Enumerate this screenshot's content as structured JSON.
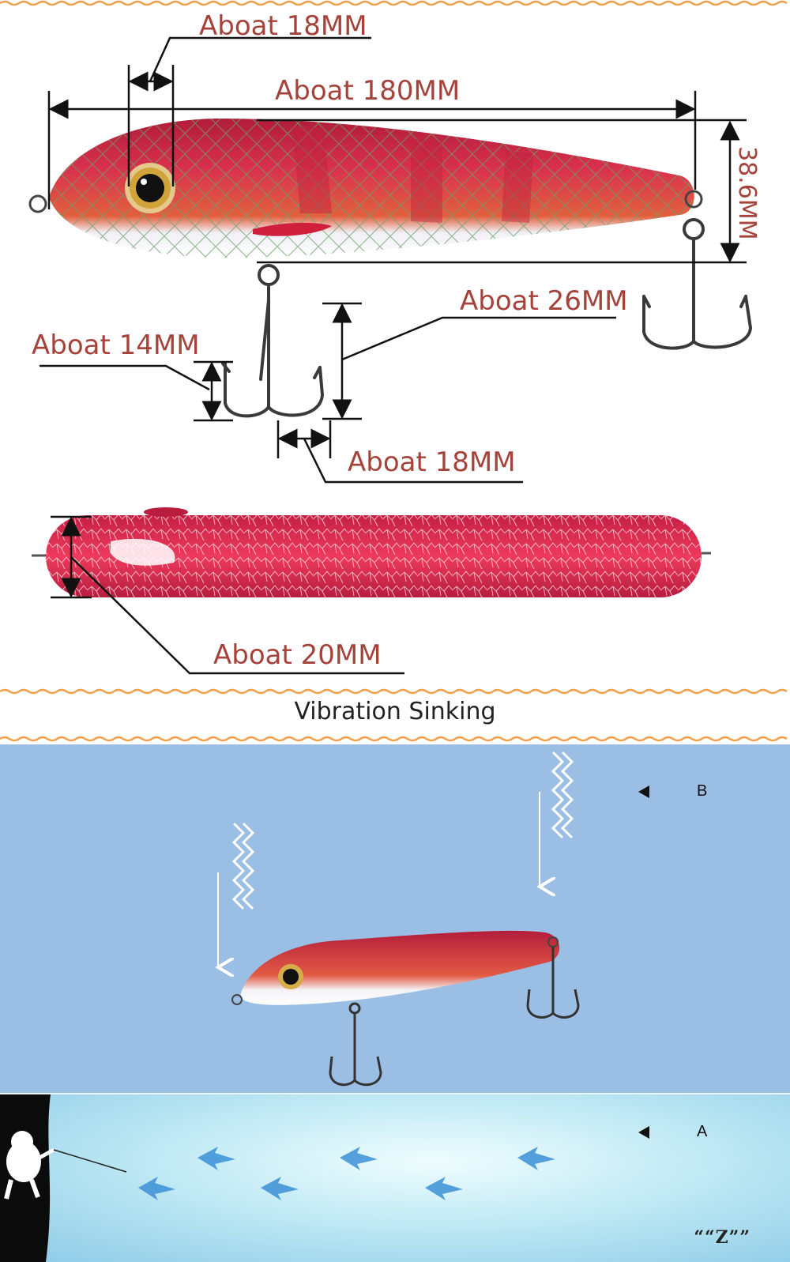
{
  "dimensions": {
    "eye_width": "Aboat 18MM",
    "body_length": "Aboat 180MM",
    "body_height": "38.6MM",
    "hook_length": "Aboat 26MM",
    "hook_gap": "Aboat 14MM",
    "hook_width": "Aboat 18MM",
    "body_width": "Aboat 20MM"
  },
  "section": {
    "title": "Vibration Sinking"
  },
  "diagram": {
    "marker_b": "B",
    "marker_a": "A",
    "logo": "““Z””"
  },
  "colors": {
    "label_red": "#a5423a",
    "divider_orange": "#f0a04a",
    "upper_water": "#9ac0e6",
    "lower_water": "#a7dcee",
    "lure_body": "#c8243c",
    "lure_belly": "#ffffff"
  },
  "icons": [
    "treble-hook-icon",
    "split-ring-icon",
    "zigzag-icon",
    "down-arrow-icon",
    "swim-arrow-icon",
    "angler-icon"
  ]
}
